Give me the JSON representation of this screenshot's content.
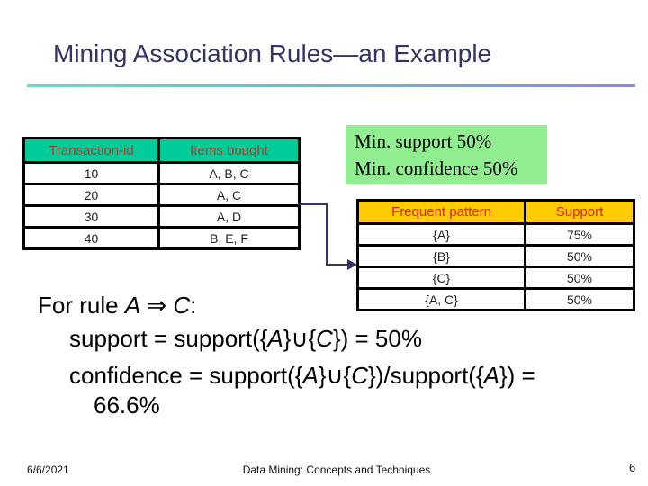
{
  "title": "Mining Association Rules—an Example",
  "min_box": {
    "line1": "Min. support 50%",
    "line2": "Min. confidence 50%"
  },
  "transactions_table": {
    "headers": [
      "Transaction-id",
      "Items bought"
    ],
    "rows": [
      [
        "10",
        "A, B, C"
      ],
      [
        "20",
        "A, C"
      ],
      [
        "30",
        "A, D"
      ],
      [
        "40",
        "B, E, F"
      ]
    ]
  },
  "frequent_table": {
    "headers": [
      "Frequent pattern",
      "Support"
    ],
    "rows": [
      [
        "{A}",
        "75%"
      ],
      [
        "{B}",
        "50%"
      ],
      [
        "{C}",
        "50%"
      ],
      [
        "{A, C}",
        "50%"
      ]
    ]
  },
  "rule": {
    "line1": [
      {
        "t": "For rule "
      },
      {
        "t": "A",
        "i": true
      },
      {
        "t": " ⇒ "
      },
      {
        "t": "C",
        "i": true
      },
      {
        "t": ":"
      }
    ],
    "line2": [
      {
        "t": "support = support({"
      },
      {
        "t": "A",
        "i": true
      },
      {
        "t": "}∪{"
      },
      {
        "t": "C",
        "i": true
      },
      {
        "t": "}) = 50%"
      }
    ],
    "line3": [
      {
        "t": "confidence = support({"
      },
      {
        "t": "A",
        "i": true
      },
      {
        "t": "}∪{"
      },
      {
        "t": "C",
        "i": true
      },
      {
        "t": "})/support({"
      },
      {
        "t": "A",
        "i": true
      },
      {
        "t": "}) ="
      }
    ],
    "line4": "66.6%"
  },
  "footer": {
    "date": "6/6/2021",
    "center": "Data Mining: Concepts and Techniques",
    "page": "6"
  },
  "colors": {
    "title_text": "#333366",
    "underline_gradient_start": "#6fdcc3",
    "underline_gradient_end": "#8a8ad8",
    "transactions_header_bg": "#00cc99",
    "transactions_header_text": "#b5382b",
    "frequent_header_bg": "#ffcc00",
    "frequent_header_text": "#dd2211",
    "min_box_bg": "#90ee90",
    "connector": "#333366"
  }
}
